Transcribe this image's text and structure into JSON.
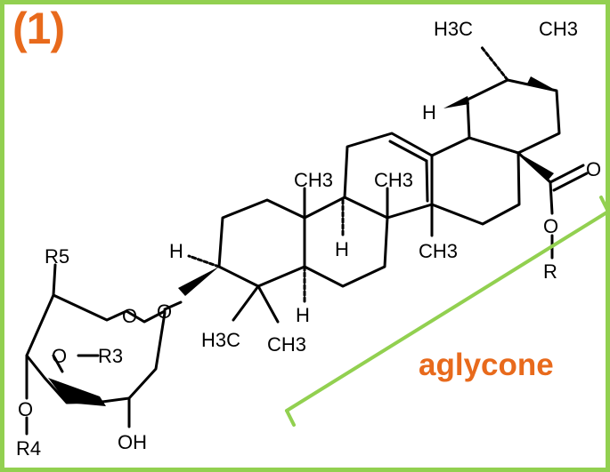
{
  "panel_label": "(1)",
  "bracket_label": "aglycone",
  "colors": {
    "border": "#92d050",
    "label": "#e86a1c",
    "bracket": "#92d050",
    "bond": "#000000"
  },
  "atoms": {
    "h3c_top": "H3C",
    "ch3_top": "CH3",
    "h_upper": "H",
    "carbonyl_o": "O",
    "ester_o": "O",
    "r_ester": "R",
    "ch3_c10": "CH3",
    "ch3_c8": "CH3",
    "h_c9": "H",
    "ch3_c14": "CH3",
    "h_c3": "H",
    "glyco_o": "O",
    "h3c_c4": "H3C",
    "ch3_c4": "CH3",
    "h_c5": "H",
    "r5": "R5",
    "ring_o": "O",
    "o_r3": "O",
    "r3": "R3",
    "o_r4": "O",
    "r4": "R4",
    "oh": "OH"
  }
}
